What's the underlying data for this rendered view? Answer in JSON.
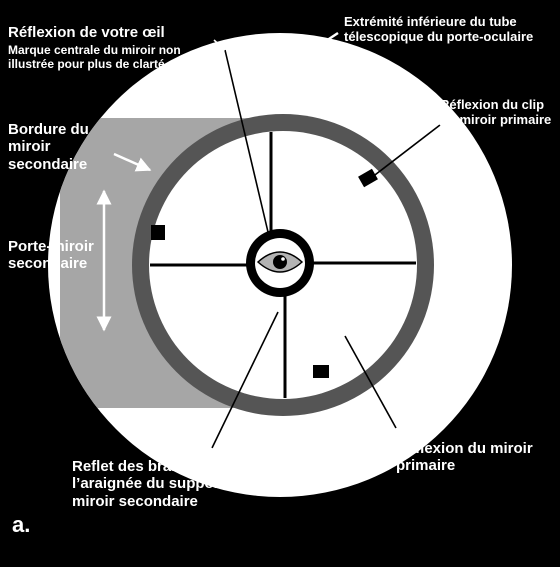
{
  "labels": {
    "eye_reflection": "Réflexion de votre œil",
    "center_mark_note": "Marque centrale du miroir non illustrée pour plus de clarté",
    "tube_end": "Extrémité inférieure du tube télescopique du porte-oculaire",
    "clip_reflection": "Réflexion du clip du miroir primaire",
    "secondary_edge": "Bordure du miroir secondaire",
    "secondary_holder": "Porte-miroir secondaire",
    "primary_reflection": "Réflexion du miroir primaire",
    "spider_reflection": "Reflet des branches de l’araignée du support du miroir secondaire",
    "figure_letter": "a."
  },
  "colors": {
    "background": "#000000",
    "tube_white": "#ffffff",
    "holder_gray": "#a6a6a6",
    "mirror_ring": "#555555",
    "lines": "#000000",
    "label_text": "#ffffff"
  }
}
